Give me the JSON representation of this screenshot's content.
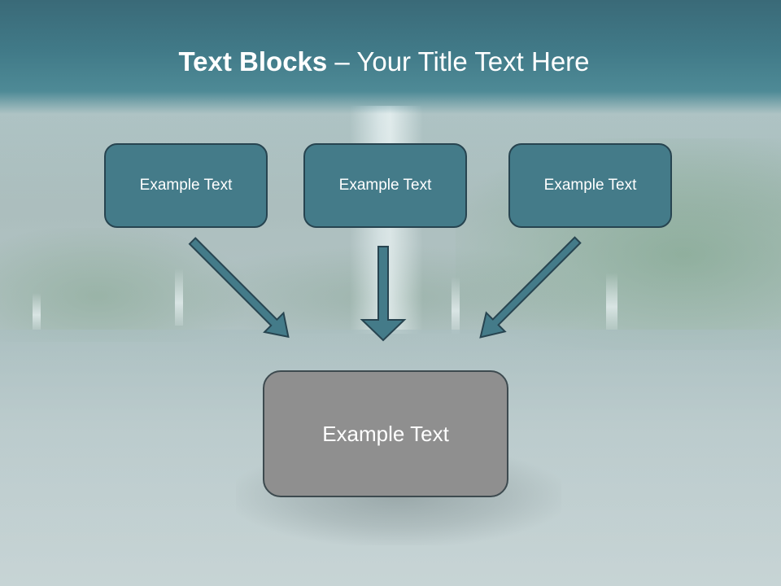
{
  "slide": {
    "title_bold": "Text Blocks",
    "title_sep": " – ",
    "title_rest": "Your Title Text Here"
  },
  "blocks": [
    {
      "label": "Example Text"
    },
    {
      "label": "Example Text"
    },
    {
      "label": "Example Text"
    }
  ],
  "main_block": {
    "label": "Example Text"
  },
  "colors": {
    "title_band": "#417a88",
    "block_fill": "#447b89",
    "block_border": "#274450",
    "main_fill": "#8f8f8f",
    "arrow_fill": "#447b89"
  }
}
